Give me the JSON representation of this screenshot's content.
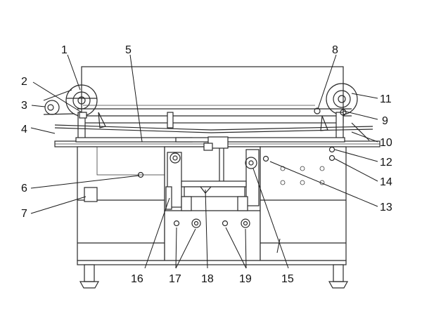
{
  "figure": {
    "callouts": [
      "1",
      "2",
      "3",
      "4",
      "5",
      "6",
      "7",
      "8",
      "9",
      "10",
      "11",
      "12",
      "13",
      "14",
      "15",
      "16",
      "17",
      "18",
      "19"
    ]
  }
}
